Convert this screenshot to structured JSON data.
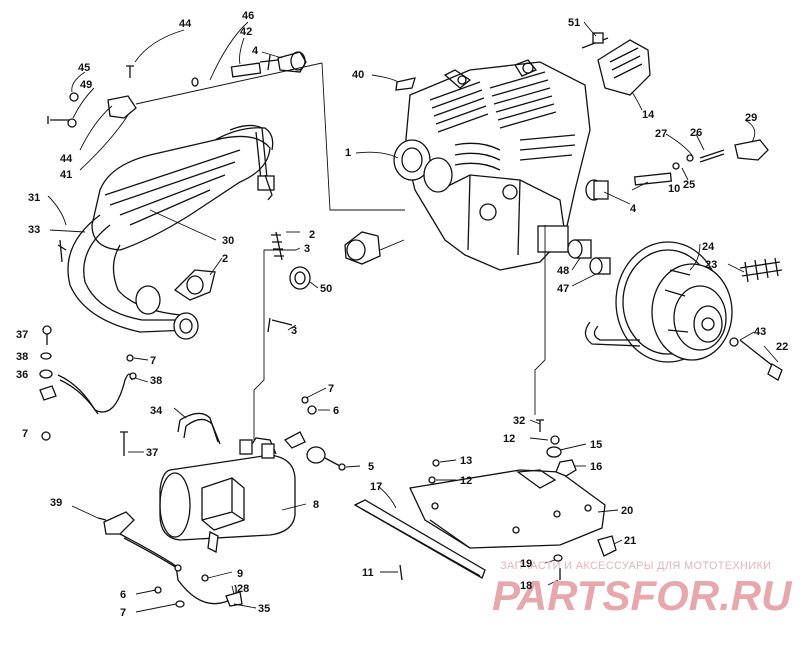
{
  "callouts": [
    {
      "id": "c44a",
      "text": "44"
    },
    {
      "id": "c46",
      "text": "46"
    },
    {
      "id": "c42",
      "text": "42"
    },
    {
      "id": "c4a",
      "text": "4"
    },
    {
      "id": "c45",
      "text": "45"
    },
    {
      "id": "c49",
      "text": "49"
    },
    {
      "id": "c44b",
      "text": "44"
    },
    {
      "id": "c41",
      "text": "41"
    },
    {
      "id": "c40",
      "text": "40"
    },
    {
      "id": "c51",
      "text": "51"
    },
    {
      "id": "c14",
      "text": "14"
    },
    {
      "id": "c1",
      "text": "1"
    },
    {
      "id": "c29",
      "text": "29"
    },
    {
      "id": "c27",
      "text": "27"
    },
    {
      "id": "c26",
      "text": "26"
    },
    {
      "id": "c25",
      "text": "25"
    },
    {
      "id": "c10",
      "text": "10"
    },
    {
      "id": "c4b",
      "text": "4"
    },
    {
      "id": "c31",
      "text": "31"
    },
    {
      "id": "c33",
      "text": "33"
    },
    {
      "id": "c30",
      "text": "30"
    },
    {
      "id": "c2a",
      "text": "2"
    },
    {
      "id": "c2b",
      "text": "2"
    },
    {
      "id": "c3a",
      "text": "3"
    },
    {
      "id": "c50",
      "text": "50"
    },
    {
      "id": "c3b",
      "text": "3"
    },
    {
      "id": "c24",
      "text": "24"
    },
    {
      "id": "c23",
      "text": "23"
    },
    {
      "id": "c48",
      "text": "48"
    },
    {
      "id": "c47",
      "text": "47"
    },
    {
      "id": "c43",
      "text": "43"
    },
    {
      "id": "c22",
      "text": "22"
    },
    {
      "id": "c37a",
      "text": "37"
    },
    {
      "id": "c38a",
      "text": "38"
    },
    {
      "id": "c36",
      "text": "36"
    },
    {
      "id": "c7a",
      "text": "7"
    },
    {
      "id": "c38b",
      "text": "38"
    },
    {
      "id": "c7b",
      "text": "7"
    },
    {
      "id": "c6a",
      "text": "6"
    },
    {
      "id": "c34",
      "text": "34"
    },
    {
      "id": "c7c",
      "text": "7"
    },
    {
      "id": "c37b",
      "text": "37"
    },
    {
      "id": "c32",
      "text": "32"
    },
    {
      "id": "c12a",
      "text": "12"
    },
    {
      "id": "c15",
      "text": "15"
    },
    {
      "id": "c16",
      "text": "16"
    },
    {
      "id": "c5",
      "text": "5"
    },
    {
      "id": "c13",
      "text": "13"
    },
    {
      "id": "c12b",
      "text": "12"
    },
    {
      "id": "c17",
      "text": "17"
    },
    {
      "id": "c8",
      "text": "8"
    },
    {
      "id": "c20",
      "text": "20"
    },
    {
      "id": "c39",
      "text": "39"
    },
    {
      "id": "c21",
      "text": "21"
    },
    {
      "id": "c19",
      "text": "19"
    },
    {
      "id": "c11",
      "text": "11"
    },
    {
      "id": "c18",
      "text": "18"
    },
    {
      "id": "c9",
      "text": "9"
    },
    {
      "id": "c6b",
      "text": "6"
    },
    {
      "id": "c28",
      "text": "28"
    },
    {
      "id": "c7d",
      "text": "7"
    },
    {
      "id": "c35",
      "text": "35"
    }
  ],
  "watermark": {
    "tagline": "ЗАПЧАСТИ И АКСЕССУАРЫ ДЛЯ МОТОТЕХНИКИ",
    "logo": "PARTSFOR.RU"
  }
}
